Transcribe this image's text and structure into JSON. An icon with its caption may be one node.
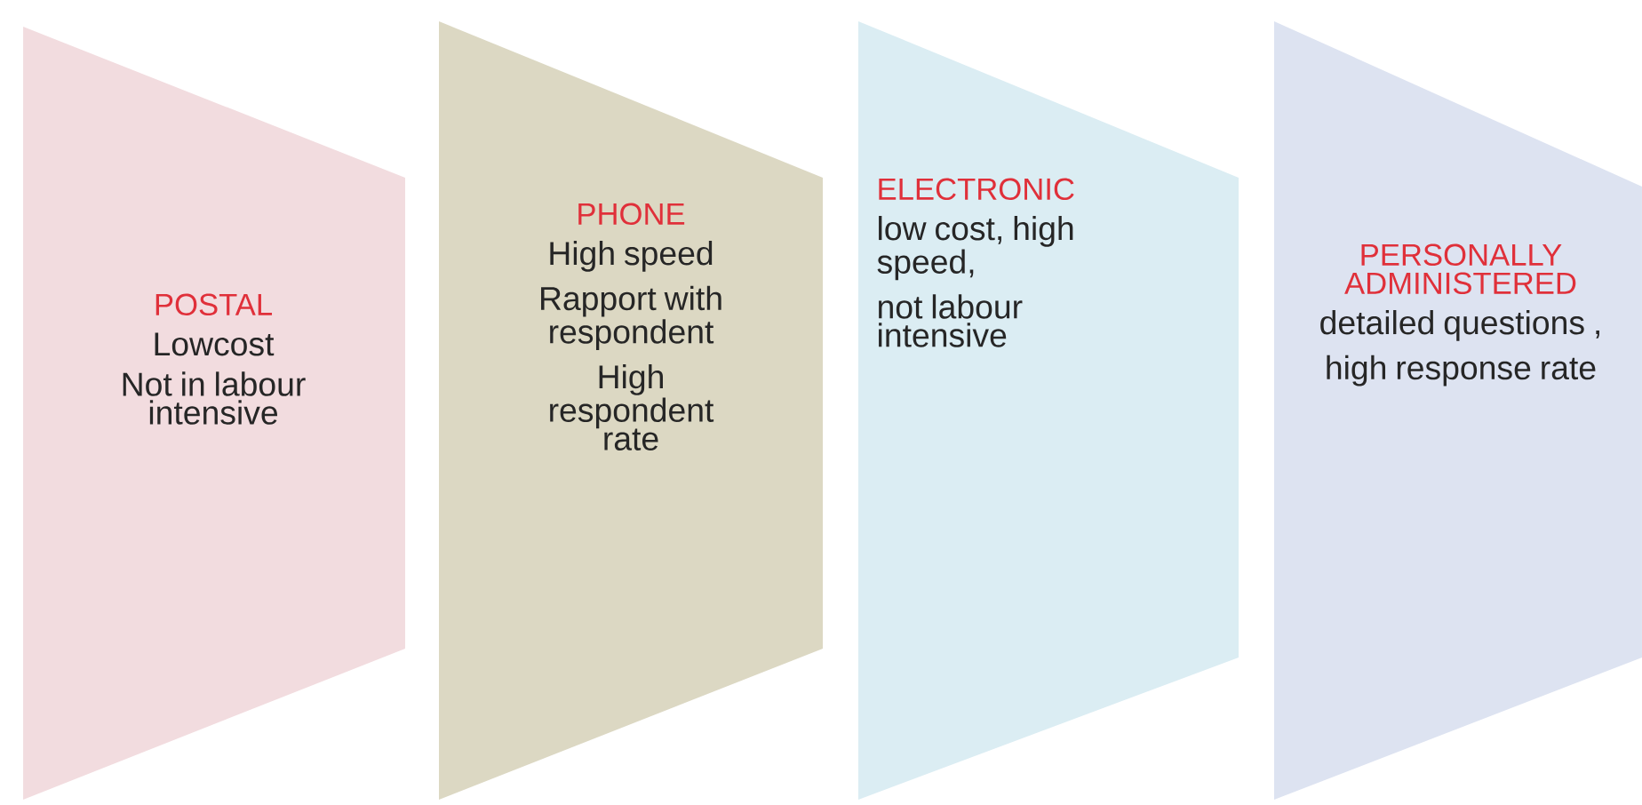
{
  "diagram": {
    "nodes": [
      {
        "text": [
          "POSTAL",
          "Lowcost",
          "Not in labour intensive"
        ]
      },
      {
        "text": [
          "PHONE",
          "High speed",
          "Rapport with respondent",
          "High respondent rate"
        ]
      },
      {
        "text": [
          "ELECTRONIC",
          "low cost, high speed,",
          "not labour intensive"
        ]
      },
      {
        "text": [
          "PERSONALLY ADMINISTERED",
          "detailed questions ,",
          "high response rate"
        ]
      }
    ]
  }
}
